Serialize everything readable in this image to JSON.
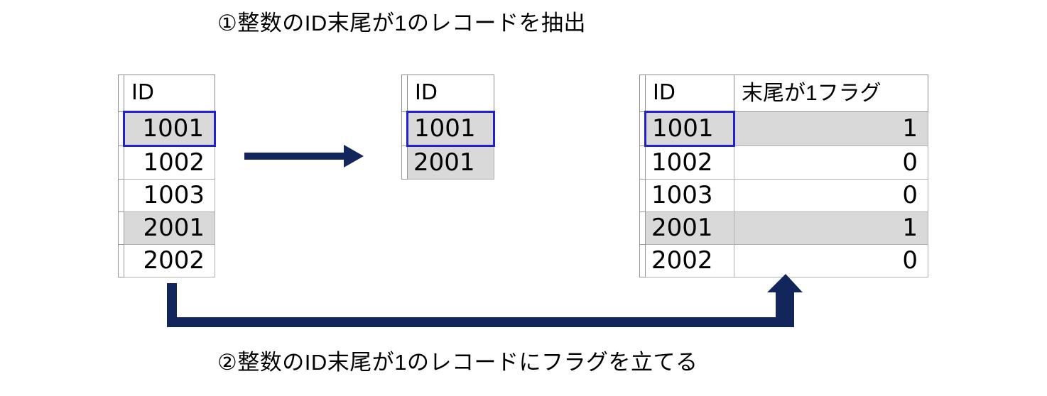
{
  "captions": {
    "top": "①整数のID末尾が1のレコードを抽出",
    "bottom": "②整数のID末尾が1のレコードにフラグを立てる"
  },
  "colors": {
    "arrow": "#13265c",
    "selection_border": "#2222cc",
    "shaded_cell": "#d9d9d9",
    "grid_line": "#b0b0b0",
    "background": "#ffffff"
  },
  "source_table": {
    "name": "source-id-table",
    "columns": [
      "ID"
    ],
    "rows": [
      {
        "id": "1001",
        "shaded": true,
        "selected": true
      },
      {
        "id": "1002",
        "shaded": false,
        "selected": false
      },
      {
        "id": "1003",
        "shaded": false,
        "selected": false
      },
      {
        "id": "2001",
        "shaded": true,
        "selected": false
      },
      {
        "id": "2002",
        "shaded": false,
        "selected": false
      }
    ]
  },
  "filtered_table": {
    "name": "filtered-id-table",
    "columns": [
      "ID"
    ],
    "rows": [
      {
        "id": "1001",
        "shaded": true,
        "selected": true
      },
      {
        "id": "2001",
        "shaded": true,
        "selected": false
      }
    ]
  },
  "flag_table": {
    "name": "flagged-id-table",
    "columns": [
      "ID",
      "末尾が1フラグ"
    ],
    "rows": [
      {
        "id": "1001",
        "flag": "1",
        "shaded": true,
        "selected": true
      },
      {
        "id": "1002",
        "flag": "0",
        "shaded": false,
        "selected": false
      },
      {
        "id": "1003",
        "flag": "0",
        "shaded": false,
        "selected": false
      },
      {
        "id": "2001",
        "flag": "1",
        "shaded": true,
        "selected": false
      },
      {
        "id": "2002",
        "flag": "0",
        "shaded": false,
        "selected": false
      }
    ]
  },
  "arrows": {
    "extract": {
      "name": "extract-arrow",
      "direction": "right"
    },
    "flag": {
      "name": "flag-feedback-arrow",
      "direction": "up"
    }
  }
}
